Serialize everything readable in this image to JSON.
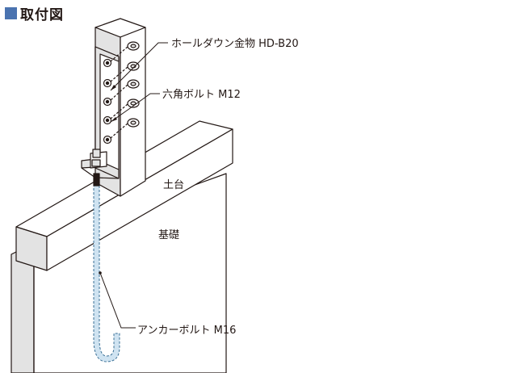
{
  "heading": {
    "text": "取付図",
    "accent_color": "#4a73b0"
  },
  "labels": {
    "hold_down_hardware": "ホールダウン金物 HD-B20",
    "hex_bolt": "六角ボルト M12",
    "sill": "土台",
    "foundation": "基礎",
    "anchor_bolt": "アンカーボルト M16"
  },
  "colors": {
    "line": "#231815",
    "face": "#ffffff",
    "shade": "#e3e3e3",
    "anchor_fill": "#cfe3f1",
    "anchor_stroke": "#3a6f95"
  }
}
